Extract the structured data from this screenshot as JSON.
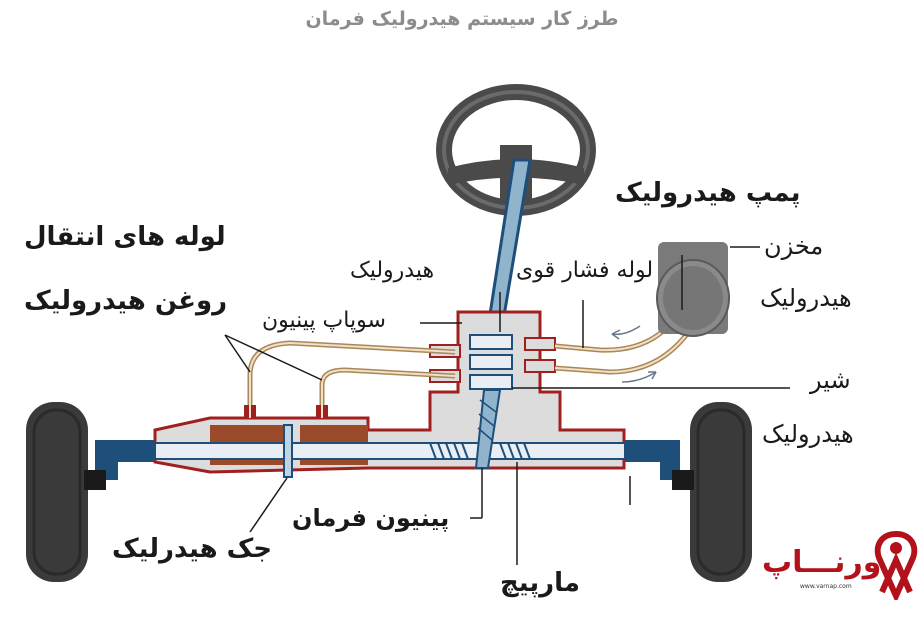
{
  "title": "طرز کار سیستم هیدرولیک فرمان",
  "labels": {
    "pump": "پمپ هیدرولیک",
    "reservoir_line1": "مخزن",
    "reservoir_line2": "هیدرولیک",
    "transfer_pipes_line1": "لوله های انتقال",
    "transfer_pipes_line2": "روغن هیدرولیک",
    "high_pressure_line1": "لوله فشار قوی",
    "high_pressure_line2": "هیدرولیک",
    "pinion_valve": "سوپاپ پینیون",
    "valve_line1": "شیر",
    "valve_line2": "هیدرولیک",
    "steering_pinion": "پینیون فرمان",
    "hydraulic_jack": "جک هیدرلیک",
    "spiral": "مارپیچ"
  },
  "logo": {
    "name": "ورنـــاپ",
    "url": "www.varnap.com"
  },
  "colors": {
    "title": "#8c8c8c",
    "rack_outline": "#a02020",
    "rack_fill": "#e0e0e0",
    "piston_fill": "#9b4a2a",
    "shaft_blue": "#1e4f7a",
    "tire": "#3a3a3a",
    "pipe": "#a9875a",
    "logo_red": "#b3121b"
  }
}
